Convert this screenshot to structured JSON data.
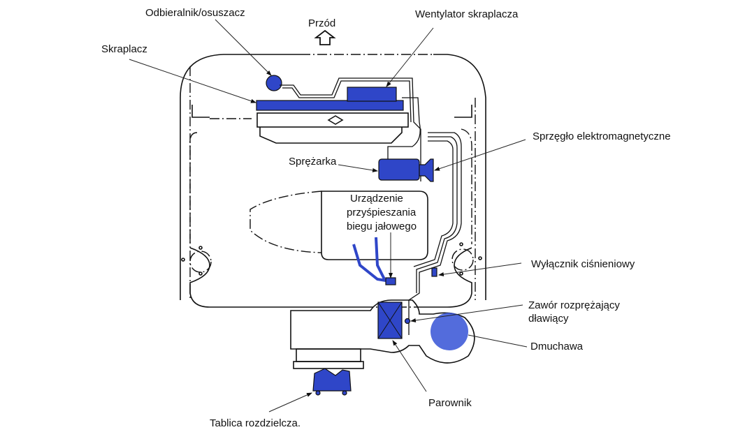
{
  "diagram": {
    "title_direction": "Przód",
    "accent_color": "#2f46c8",
    "labels": {
      "receiver_drier": "Odbieralnik/osuszacz",
      "condenser": "Skraplacz",
      "condenser_fan": "Wentylator skraplacza",
      "electromagnetic_clutch": "Sprzęgło elektromagnetyczne",
      "compressor": "Sprężarka",
      "idle_up_line1": "Urządzenie",
      "idle_up_line2": "przyśpieszania",
      "idle_up_line3": "biegu jałowego",
      "pressure_switch": "Wyłącznik ciśnieniowy",
      "expansion_valve_line1": "Zawór rozprężający",
      "expansion_valve_line2": "dławiący",
      "blower": "Dmuchawa",
      "evaporator": "Parownik",
      "dashboard": "Tablica rozdzielcza."
    }
  }
}
